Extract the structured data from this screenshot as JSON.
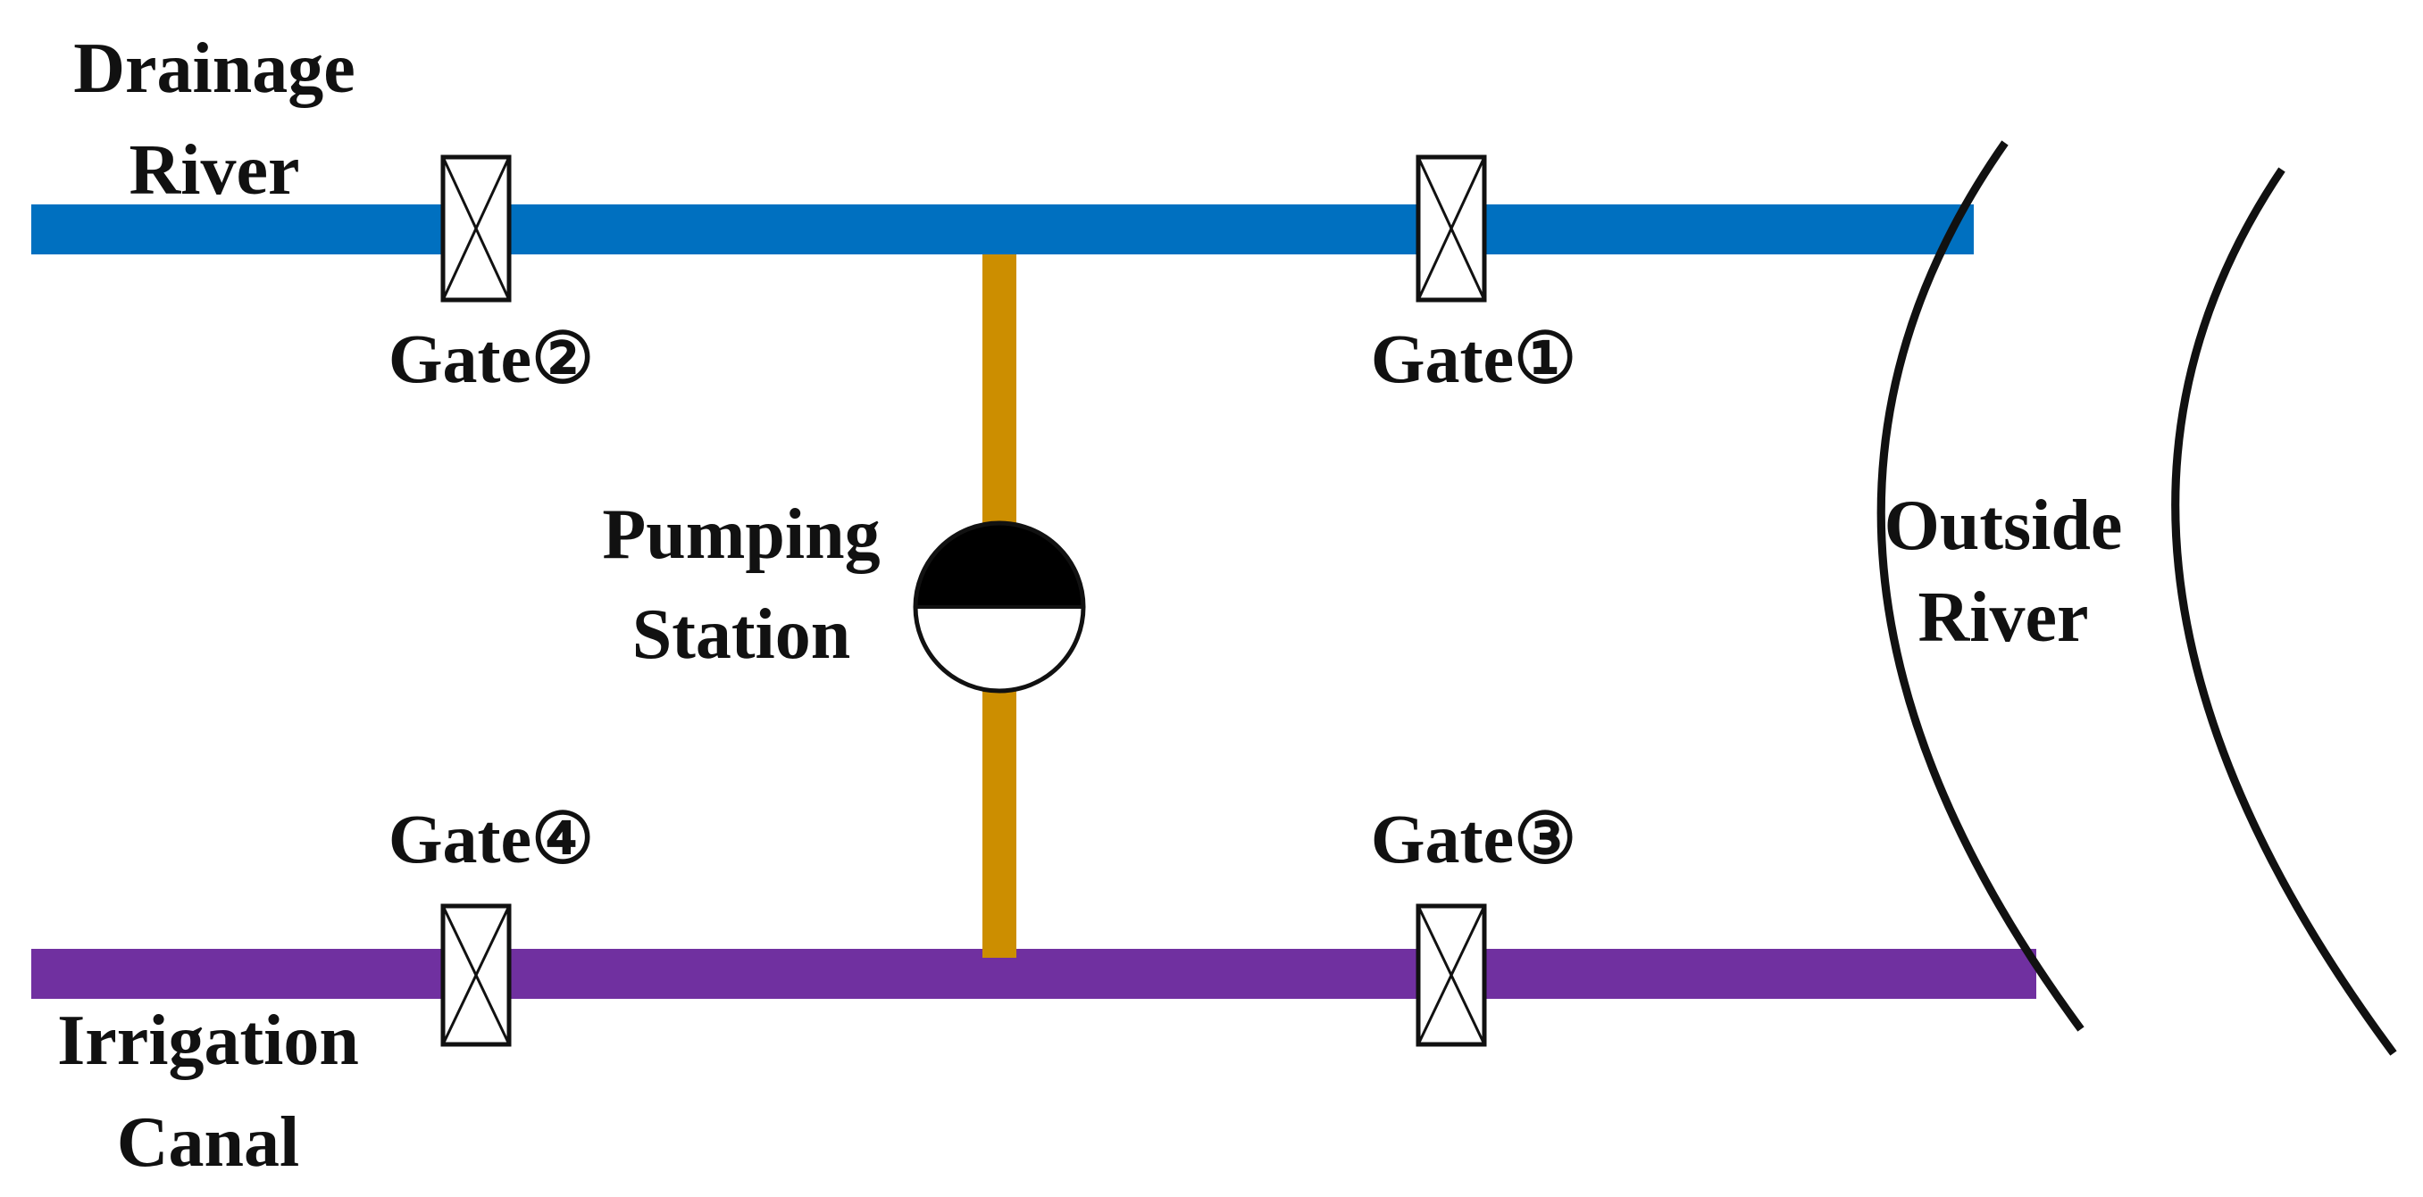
{
  "labels": {
    "drainage_river_line1": "Drainage",
    "drainage_river_line2": "River",
    "irrigation_canal_line1": "Irrigation",
    "irrigation_canal_line2": "Canal",
    "pumping_station_line1": "Pumping",
    "pumping_station_line2": "Station",
    "outside_river_line1": "Outside",
    "outside_river_line2": "River"
  },
  "gates": [
    {
      "label": "Gate①"
    },
    {
      "label": "Gate②"
    },
    {
      "label": "Gate③"
    },
    {
      "label": "Gate④"
    }
  ],
  "colors": {
    "drainage_river": "#0070C0",
    "irrigation_canal": "#7030A0",
    "pump_pipe": "#CC8E00",
    "gate_fill": "#FFFFFF",
    "gate_stroke": "#111111",
    "pump_top": "#000000",
    "pump_bottom": "#FFFFFF",
    "outside_river_banks": "#111111"
  }
}
